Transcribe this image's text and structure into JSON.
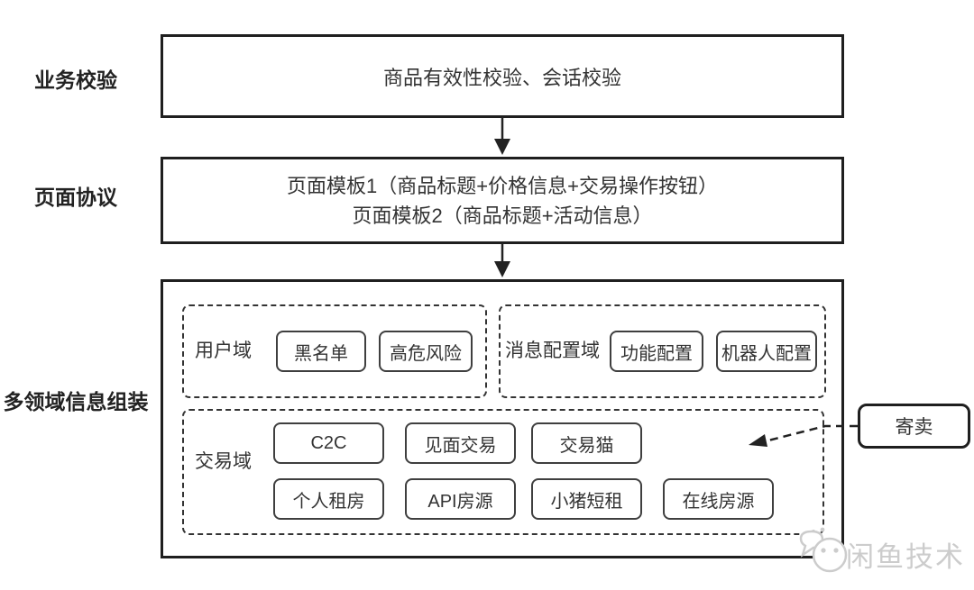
{
  "colors": {
    "line": "#1f1f1f",
    "inner_border": "#3f3f3f",
    "text": "#333333",
    "watermark": "#cccccc"
  },
  "rows": {
    "validation": {
      "label": "业务校验",
      "text": "商品有效性校验、会话校验"
    },
    "protocol": {
      "label": "页面协议",
      "line1": "页面模板1（商品标题+价格信息+交易操作按钮）",
      "line2": "页面模板2（商品标题+活动信息）"
    },
    "assembly": {
      "label": "多领域信息组装"
    }
  },
  "domains": {
    "user": {
      "label": "用户域",
      "items": [
        "黑名单",
        "高危风险"
      ]
    },
    "message": {
      "label": "消息配置域",
      "items": [
        "功能配置",
        "机器人配置"
      ]
    },
    "trade": {
      "label": "交易域",
      "row1": [
        "C2C",
        "见面交易",
        "交易猫"
      ],
      "row2": [
        "个人租房",
        "API房源",
        "小猪短租",
        "在线房源"
      ]
    }
  },
  "external_box": {
    "label": "寄卖"
  },
  "watermark": {
    "text": "闲鱼技术"
  }
}
